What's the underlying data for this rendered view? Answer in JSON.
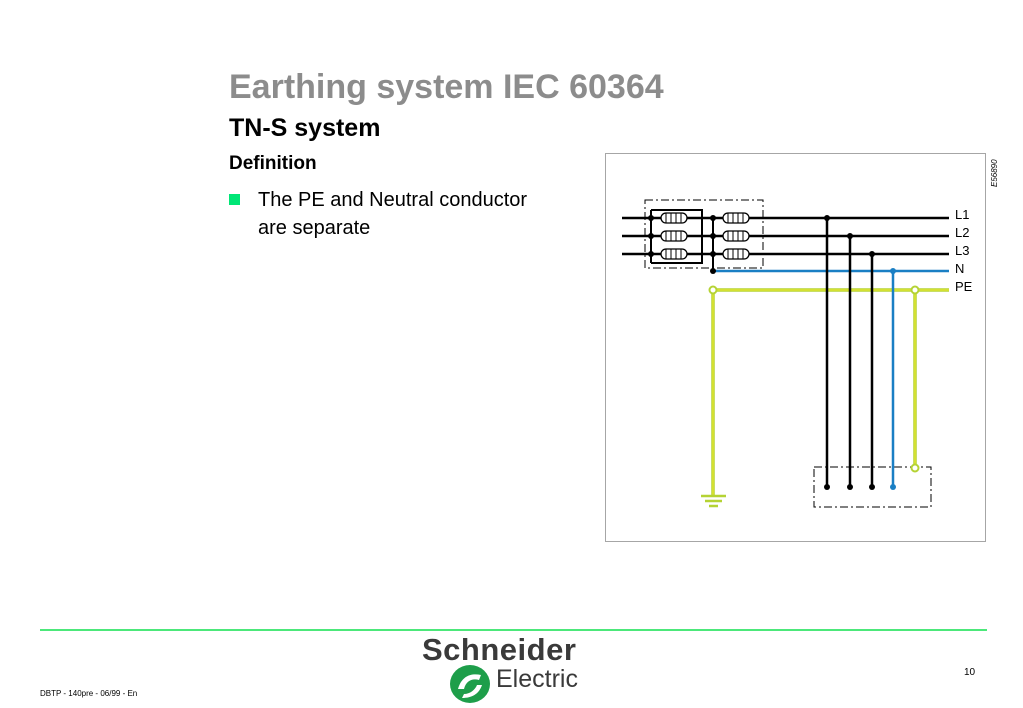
{
  "title": "Earthing system IEC 60364",
  "subtitle": "TN-S system",
  "section": "Definition",
  "bullet": "The PE and Neutral conductor are separate",
  "diagram": {
    "ref": "E56890",
    "labels": {
      "l1": "L1",
      "l2": "L2",
      "l3": "L3",
      "n": "N",
      "pe": "PE"
    }
  },
  "colors": {
    "title": "#8c8c8c",
    "bullet": "#00e676",
    "neutral": "#1a7fc4",
    "pe_outer": "#b5d334",
    "pe_inner": "#e8e830",
    "footer_line": "#4ce87a",
    "logo_green": "#1e9e4a"
  },
  "footer": {
    "brand_line1": "Schneider",
    "brand_line2": "Electric",
    "doc_ref": "DBTP - 140pre - 06/99 - En",
    "page": "10"
  }
}
